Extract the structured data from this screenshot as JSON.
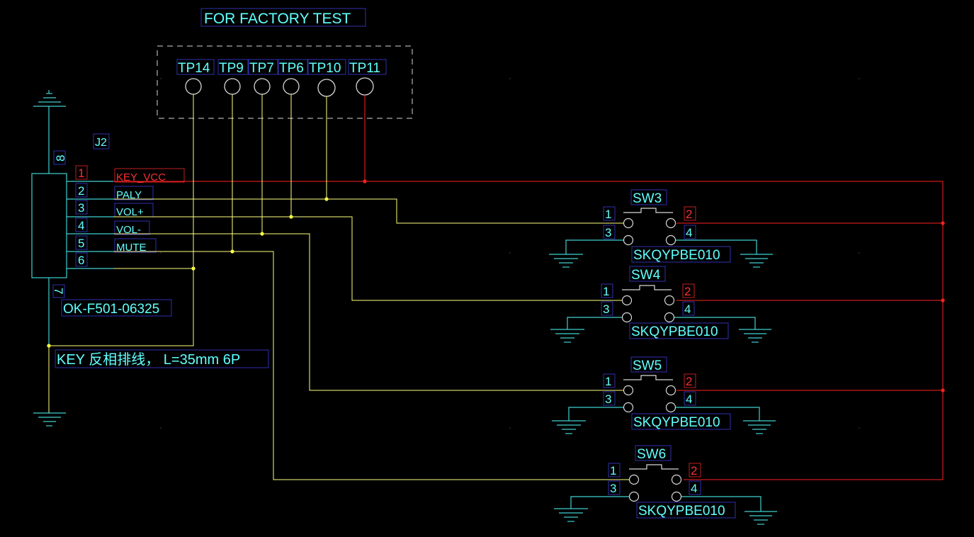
{
  "header": {
    "title": "FOR FACTORY TEST"
  },
  "test_points": [
    "TP14",
    "TP9",
    "TP7",
    "TP6",
    "TP10",
    "TP11"
  ],
  "connector": {
    "ref": "J2",
    "part": "OK-F501-06325",
    "pin_top": "8",
    "pin_bottom": "7",
    "pins": [
      "1",
      "2",
      "3",
      "4",
      "5",
      "6"
    ],
    "nets": [
      "KEY_VCC",
      "PALY",
      "VOL+",
      "VOL-",
      "MUTE"
    ]
  },
  "cable_note": "KEY 反相排线， L=35mm 6P",
  "switches": [
    {
      "ref": "SW3",
      "part": "SKQYPBE010",
      "p1": "1",
      "p2": "2",
      "p3": "3",
      "p4": "4"
    },
    {
      "ref": "SW4",
      "part": "SKQYPBE010",
      "p1": "1",
      "p2": "2",
      "p3": "3",
      "p4": "4"
    },
    {
      "ref": "SW5",
      "part": "SKQYPBE010",
      "p1": "1",
      "p2": "2",
      "p3": "3",
      "p4": "4"
    },
    {
      "ref": "SW6",
      "part": "SKQYPBE010",
      "p1": "1",
      "p2": "2",
      "p3": "3",
      "p4": "4"
    }
  ],
  "colors": {
    "background": "#000000",
    "wire": "#ffff80",
    "power_wire": "#ff2020",
    "component": "#40d0d0",
    "text": "#60ffff",
    "label_box": "#3030b0",
    "red_label": "#ff3030"
  }
}
